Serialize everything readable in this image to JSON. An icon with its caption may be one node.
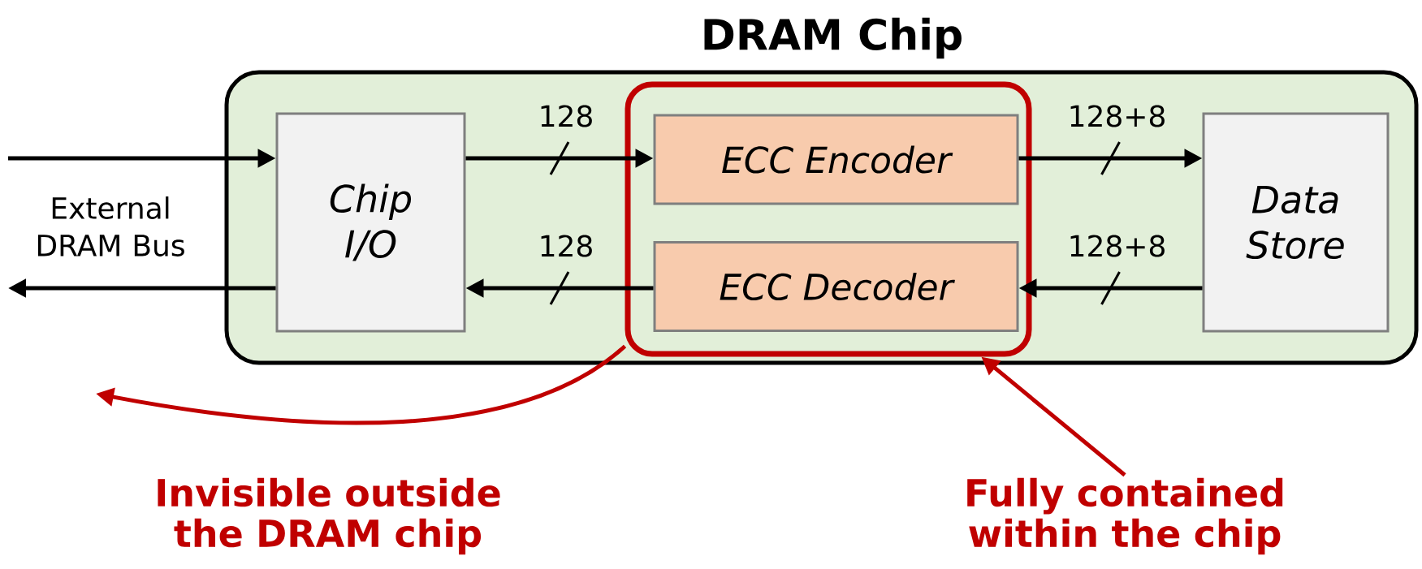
{
  "diagram": {
    "nodes": [
      {
        "text": [
          "DRAM Chip"
        ]
      },
      {
        "text": [
          "Chip I/O"
        ],
        "in": 0
      },
      {
        "text": [],
        "shape": "box",
        "in": 0
      },
      {
        "text": [
          "ECC Encoder"
        ],
        "in": 2
      },
      {
        "text": [
          "ECC Decoder"
        ],
        "in": 2
      },
      {
        "text": [
          "Data Store"
        ],
        "in": 0
      },
      {
        "text": [
          "Fully contained within the chip"
        ]
      }
    ],
    "edges": [
      {
        "from": null,
        "to": 1,
        "arrow": "to"
      },
      {
        "from": 1,
        "to": null,
        "arrow": "to"
      },
      {
        "from": 1,
        "to": 3,
        "arrow": "to",
        "label": "128"
      },
      {
        "from": 3,
        "to": 5,
        "arrow": "to",
        "label": "128+8"
      },
      {
        "from": 5,
        "to": 4,
        "arrow": "to",
        "label": "128+8"
      },
      {
        "from": 4,
        "to": 1,
        "arrow": "to",
        "label": "128"
      },
      {
        "from": 2,
        "to": null,
        "arrow": "to",
        "color": "#c00000"
      },
      {
        "from": 6,
        "to": 2,
        "arrow": "to",
        "color": "#c00000"
      }
    ],
    "labels": [
      "External DRAM Bus",
      "Invisible outside the DRAM chip"
    ]
  }
}
